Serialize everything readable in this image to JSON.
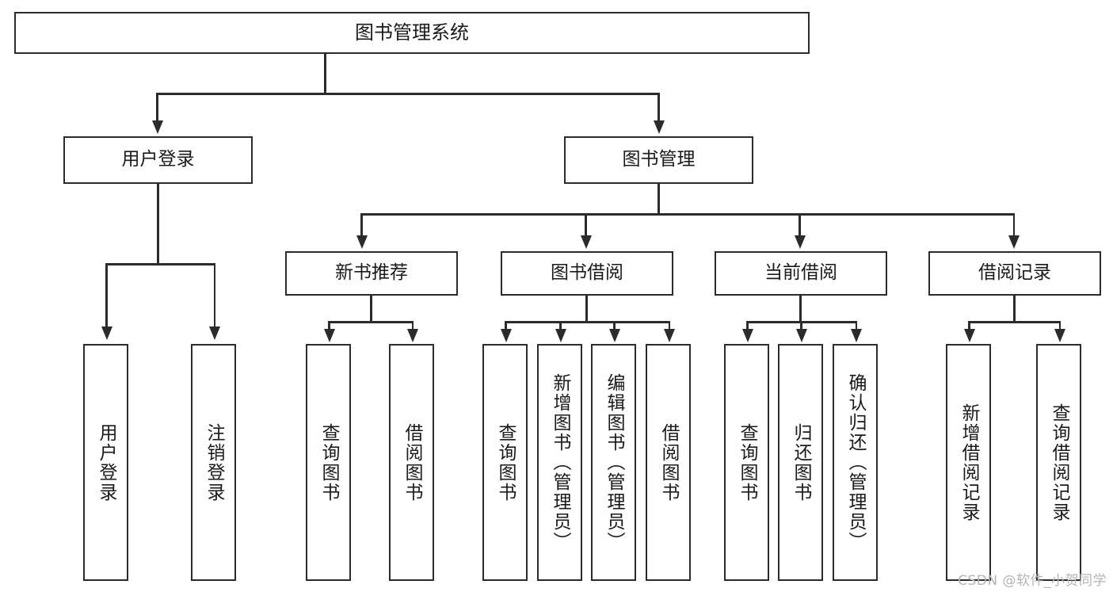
{
  "diagram": {
    "title": "图书管理系统",
    "type": "tree-hierarchy-chart",
    "root": {
      "label": "图书管理系统"
    },
    "level2": [
      {
        "label": "用户登录"
      },
      {
        "label": "图书管理"
      }
    ],
    "level3": [
      {
        "label": "新书推荐"
      },
      {
        "label": "图书借阅"
      },
      {
        "label": "当前借阅"
      },
      {
        "label": "借阅记录"
      }
    ],
    "leaves": {
      "user_login": [
        {
          "label": "用户登录"
        },
        {
          "label": "注销登录"
        }
      ],
      "new_book_recommend": [
        {
          "label": "查询图书"
        },
        {
          "label": "借阅图书"
        }
      ],
      "book_borrow": [
        {
          "label": "查询图书"
        },
        {
          "label": "新增图书（管理员）"
        },
        {
          "label": "编辑图书（管理员）"
        },
        {
          "label": "借阅图书"
        }
      ],
      "current_borrow": [
        {
          "label": "查询图书"
        },
        {
          "label": "归还图书"
        },
        {
          "label": "确认归还（管理员）"
        }
      ],
      "borrow_record": [
        {
          "label": "新增借阅记录"
        },
        {
          "label": "查询借阅记录"
        }
      ]
    }
  },
  "watermark": {
    "text": "CSDN @软件_小贺同学"
  },
  "colors": {
    "stroke": "#2b2b2b",
    "fill": "#ffffff",
    "text": "#1a1a1a",
    "watermark": "#b4b4b4"
  }
}
